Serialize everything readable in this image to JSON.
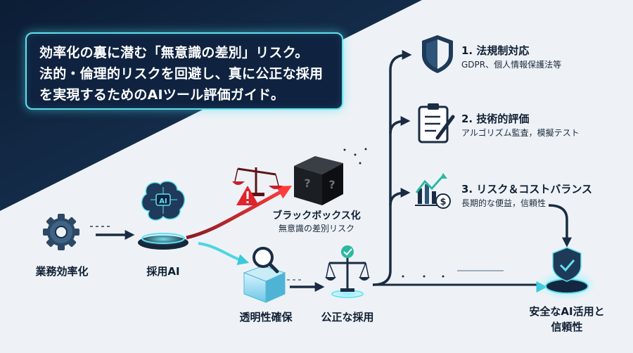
{
  "callout": {
    "line1": "効率化の裏に潜む「無意識の差別」リスク。",
    "line2": "法的・倫理的リスクを回避し、真に公正な採用",
    "line3": "を実現するためのAIツール評価ガイド。"
  },
  "nodes": {
    "efficiency": "業務効率化",
    "hiring_ai": "採用AI",
    "blackbox_title": "ブラックボックス化",
    "blackbox_sub": "無意識の差別リスク",
    "transparency": "透明性確保",
    "fair_hiring": "公正な採用",
    "goal_line1": "安全なAI活用と",
    "goal_line2": "信頼性"
  },
  "branches": [
    {
      "title": "1. 法規制対応",
      "sub": "GDPR、個人情報保護法等",
      "icon": "shield-icon"
    },
    {
      "title": "2. 技術的評価",
      "sub": "アルゴリズム監査，模擬テスト",
      "icon": "clipboard-pen-icon"
    },
    {
      "title": "3. リスク＆コストバランス",
      "sub": "長期的な便益，信頼性",
      "icon": "growth-chart-dollar-icon"
    }
  ],
  "colors": {
    "navy": "#0f2340",
    "cyan": "#5fe1ee",
    "risk_red": "#e0242c"
  }
}
